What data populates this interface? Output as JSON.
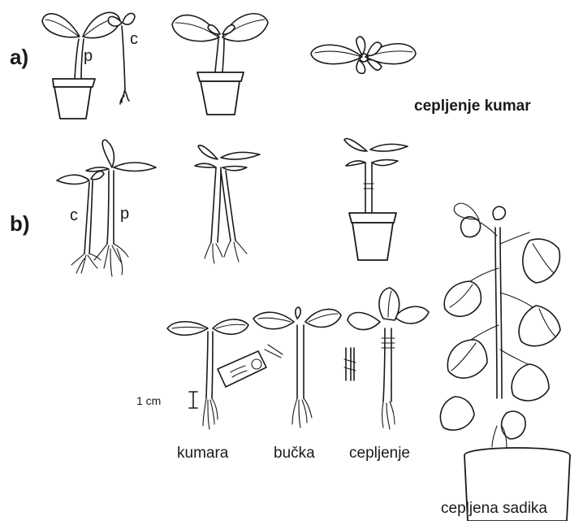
{
  "figure": {
    "row_a_label": "a)",
    "row_b_label": "b)",
    "title": "cepljenje kumar",
    "marker_p_a": "p",
    "marker_c_a": "c",
    "marker_c_b": "c",
    "marker_p_b": "p",
    "scale_label": "1 cm",
    "captions": {
      "kumara": "kumara",
      "bucka": "bučka",
      "cepljenje": "cepljenje",
      "cepljena_sadika": "cepljena sadika"
    }
  }
}
